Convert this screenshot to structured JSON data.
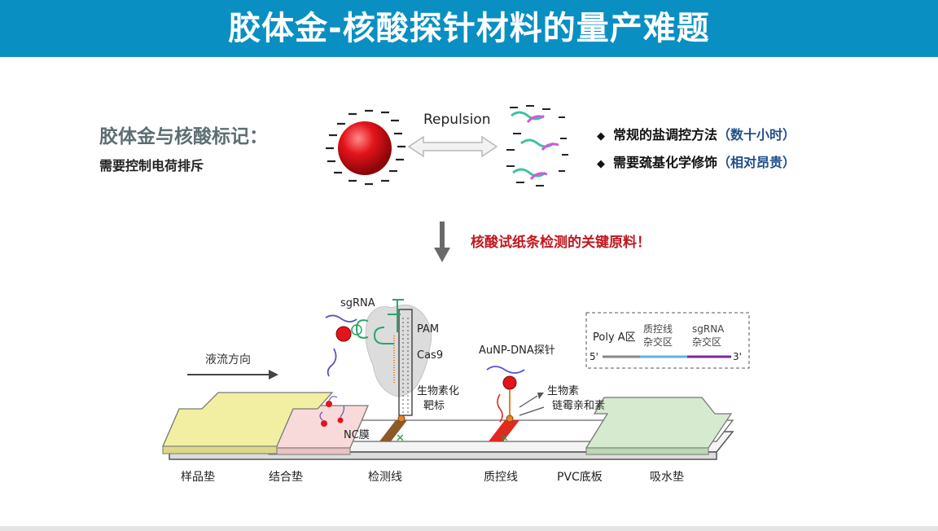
{
  "title": "胶体金-核酸探针材料的量产难题",
  "left": {
    "heading": "胶体金与核酸标记：",
    "subtext": "需要控制电荷排斥"
  },
  "repulsion_label": "Repulsion",
  "bullets": [
    {
      "text": "常规的盐调控方法",
      "highlight": "（数十小时）"
    },
    {
      "text": "需要巯基化学修饰",
      "highlight": "（相对昂贵）"
    }
  ],
  "key_note": "核酸试纸条检测的关键原料！",
  "diagram": {
    "sgRNA": "sgRNA",
    "PAM": "PAM",
    "Cas9": "Cas9",
    "flow_direction": "液流方向",
    "probe": "AuNP-DNA探针",
    "biotin_target_1": "生物素化",
    "biotin_target_2": "靶标",
    "biotin": "生物素",
    "streptavidin": "链霉亲和素",
    "nc_membrane": "NC膜",
    "probe_box": {
      "polyA": "Poly A区",
      "control_1": "质控线",
      "control_2": "杂交区",
      "sgrna_1": "sgRNA",
      "sgrna_2": "杂交区",
      "five": "5'",
      "three": "3'"
    },
    "bottom_labels": {
      "sample_pad": "样品垫",
      "conjugate_pad": "结合垫",
      "test_line": "检测线",
      "control_line": "质控线",
      "pvc": "PVC底板",
      "absorbent_pad": "吸水垫"
    }
  },
  "colors": {
    "header": "#0a8fc2",
    "gold": "#e3141b",
    "highlight": "#1f4e8c",
    "note": "#c0171e",
    "test_line": "#8b5a2b",
    "control_line": "#e02a1f",
    "sample_pad": "#f2efa2",
    "conjugate_pad": "#f8dada",
    "absorbent_pad": "#d6ead0",
    "polyA_seg": "#888888",
    "control_seg": "#5fb3e6",
    "sgrna_seg": "#7a2a9a"
  }
}
